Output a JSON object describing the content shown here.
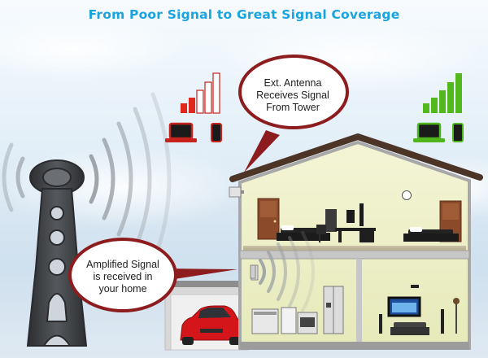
{
  "title": "From Poor Signal to Great Signal Coverage",
  "callouts": {
    "ext_antenna": [
      "Ext. Antenna",
      "Receives Signal",
      "From Tower"
    ],
    "amplified": [
      "Amplified Signal",
      "is received in",
      "your home"
    ]
  },
  "signal_meters": {
    "poor": {
      "bars_total": 5,
      "bars_lit": 2,
      "lit_color": "#e0281c"
    },
    "great": {
      "bars_total": 5,
      "bars_lit": 5,
      "lit_color": "#52b81e"
    }
  },
  "colors": {
    "title": "#19a3df",
    "callout_border": "#8d1c1e",
    "tower": "#3a3c40",
    "roof": "#5a3e2e",
    "wall": "#eef0c6"
  }
}
